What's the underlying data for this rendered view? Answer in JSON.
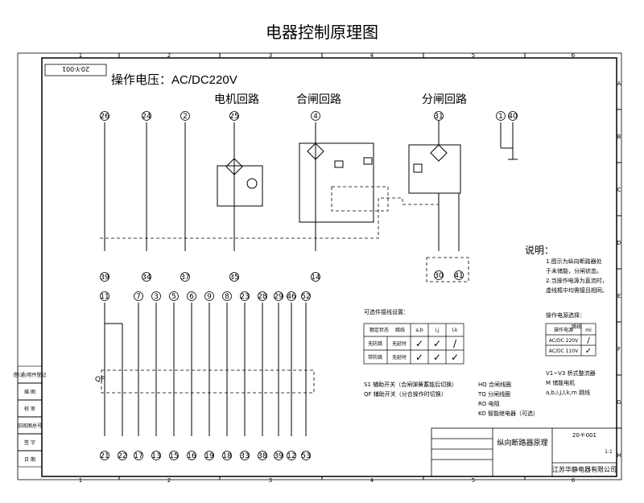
{
  "title": "电器控制原理图",
  "drawing_code_rotated": "20-Y-001",
  "voltage_label": "操作电压：AC/DC220V",
  "sections": {
    "motor": "电机回路",
    "close": "合闸回路",
    "open": "分闸回路"
  },
  "col_ticks": [
    "1",
    "2",
    "3",
    "4",
    "5",
    "6"
  ],
  "row_ticks": [
    "A",
    "B",
    "C",
    "D",
    "E",
    "F",
    "G",
    "H"
  ],
  "top_terminals": [
    "26",
    "24",
    "2",
    "25",
    "4",
    "31",
    "1",
    "40"
  ],
  "top_bottom_terminals": [
    "39",
    "34",
    "37",
    "35",
    "14",
    "30",
    "41"
  ],
  "aux_top_terminals": [
    "11",
    "7",
    "3",
    "5",
    "6",
    "9",
    "8",
    "23",
    "28",
    "29",
    "46",
    "52"
  ],
  "aux_bottom_terminals": [
    "21",
    "22",
    "17",
    "13",
    "15",
    "16",
    "19",
    "18",
    "33",
    "38",
    "39",
    "12",
    "53"
  ],
  "qf_label": "QF",
  "notes": {
    "title": "说明：",
    "lines": [
      "1.图示为纵向断路器处",
      "于未储能，分闸状态。",
      "2.当操作电源为直流时，",
      "虚线框中均需接且相同。"
    ]
  },
  "config_table": {
    "title": "可选件接线设置：",
    "headers": [
      "额定状态",
      "跳线",
      "a,b",
      "i,j",
      "l,k"
    ],
    "rows": [
      {
        "label": "无防跳",
        "sub": "无延时",
        "marks": [
          "✓",
          "✓",
          "/"
        ]
      },
      {
        "label": "带防跳",
        "sub": "无延时",
        "marks": [
          "✓",
          "✓",
          "✓"
        ]
      }
    ]
  },
  "voltage_table": {
    "title": "操作电源选择：",
    "headers": [
      "操作电源",
      "跳线",
      "mi"
    ],
    "rows": [
      {
        "label": "AC/DC 220V",
        "mark": "/"
      },
      {
        "label": "AC/DC 110V",
        "mark": "✓"
      }
    ]
  },
  "legend_right": [
    "V1~V3 桥式整流器",
    "M  储能电机",
    "a,b,i,j,l,k,m 跳线"
  ],
  "legend_left": [
    "S1  辅助开关（合闸弹簧蓄能后切换）",
    "QF  辅助开关（分合操作时切换）"
  ],
  "legend_mid": [
    "HQ 合闸线圈",
    "TQ 分闸线圈",
    "RO 电阻",
    "KO 智能继电器（可选）"
  ],
  "title_block": {
    "drawing_name": "纵向断路器原理",
    "drawing_no": "20-Y-001",
    "company": "江苏华静电器有限公司",
    "scale": "1:1"
  },
  "side_labels": [
    "借(通)用件登记",
    "描 图",
    "校 审",
    "旧底图总号",
    "签 字",
    "日 期"
  ]
}
